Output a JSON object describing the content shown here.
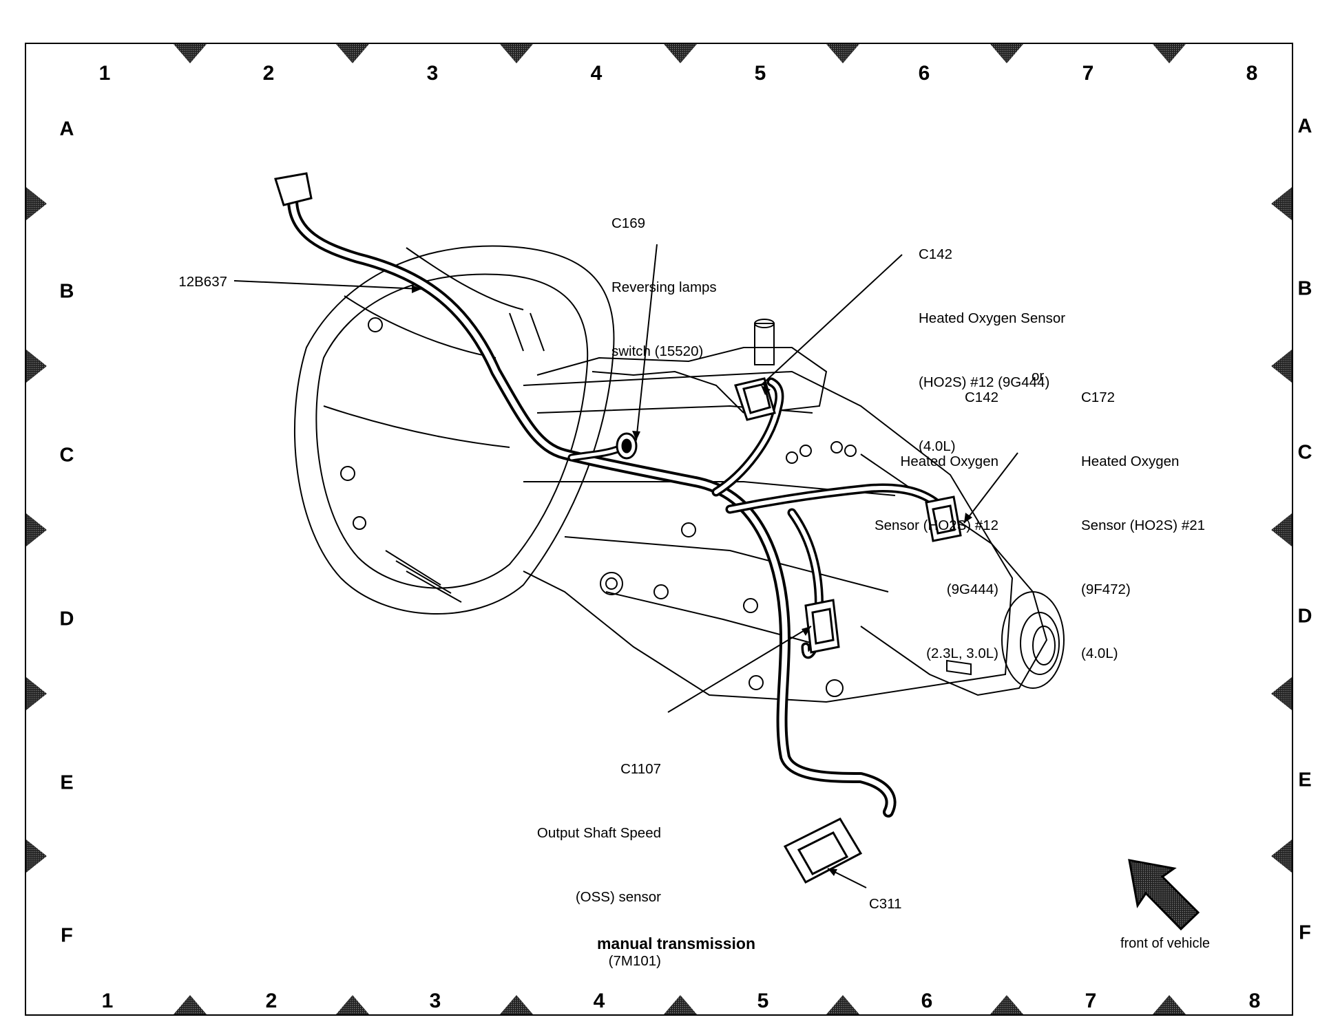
{
  "grid": {
    "columns": [
      "1",
      "2",
      "3",
      "4",
      "5",
      "6",
      "7",
      "8"
    ],
    "rows": [
      "A",
      "B",
      "C",
      "D",
      "E",
      "F"
    ]
  },
  "labels": {
    "harness": "12B637",
    "c169": [
      "C169",
      "Reversing lamps",
      "switch (15520)"
    ],
    "c142_top": [
      "C142",
      "Heated Oxygen Sensor",
      "(HO2S) #12 (9G444)",
      "(4.0L)"
    ],
    "c142_mid": [
      "C142",
      "Heated Oxygen",
      "Sensor (HO2S) #12",
      "(9G444)",
      "(2.3L, 3.0L)"
    ],
    "or_text": "or",
    "c172": [
      "C172",
      "Heated Oxygen",
      "Sensor (HO2S) #21",
      "(9F472)",
      "(4.0L)"
    ],
    "c1107": [
      "C1107",
      "Output Shaft Speed",
      "(OSS) sensor",
      "(7M101)"
    ],
    "c311": "C311"
  },
  "caption": "manual transmission",
  "front_of_vehicle": "front of vehicle"
}
